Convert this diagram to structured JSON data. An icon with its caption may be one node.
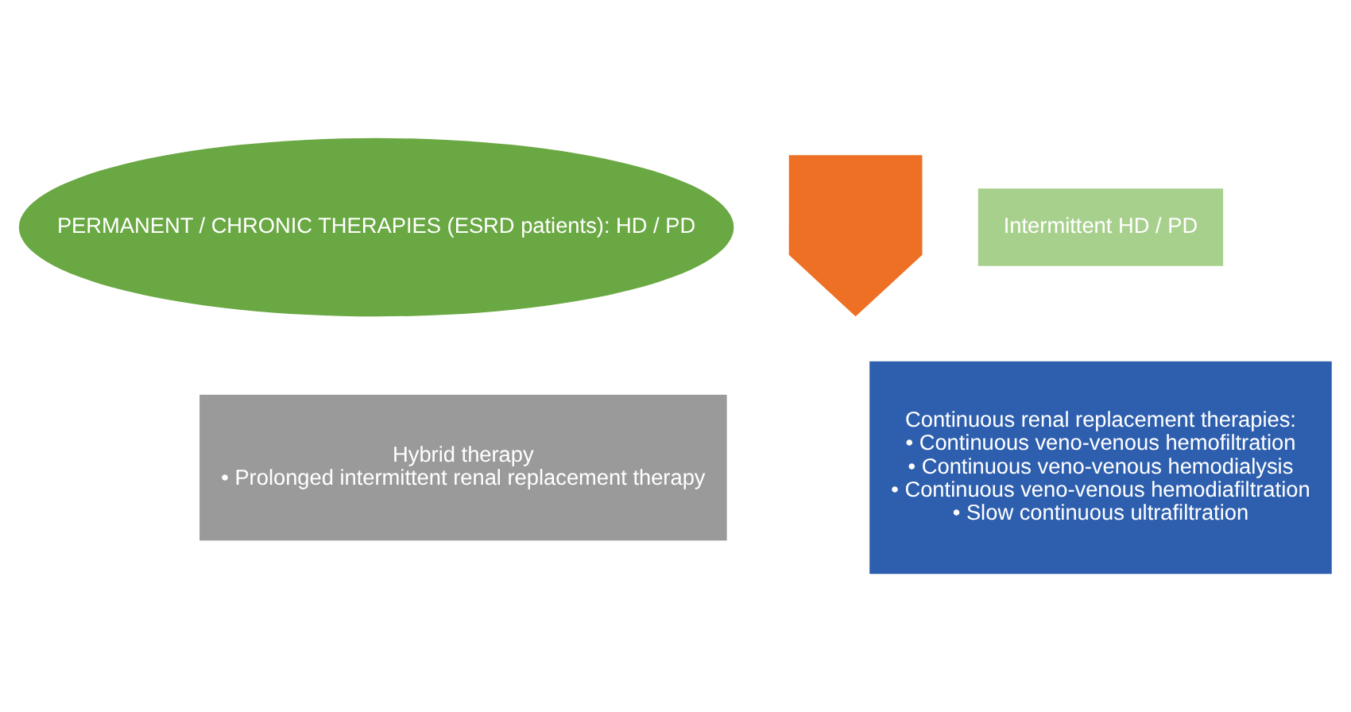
{
  "diagram": {
    "nodes": [
      {
        "text": [
          "PERMANENT / CHRONIC THERAPIES (ESRD patients): HD / PD"
        ]
      },
      {
        "text": [],
        "shape": "arrow"
      },
      {
        "text": [
          "Intermittent HD / PD"
        ]
      },
      {
        "text": [
          "Hybrid therapy",
          "• Prolonged intermittent renal replacement therapy"
        ]
      },
      {
        "text": [
          "Continuous renal replacement therapies:",
          "• Continuous veno-venous hemofiltration",
          "• Continuous veno-venous hemodialysis",
          "• Continuous veno-venous hemodiafiltration",
          "• Slow continuous ultrafiltration"
        ]
      }
    ],
    "edges": []
  }
}
